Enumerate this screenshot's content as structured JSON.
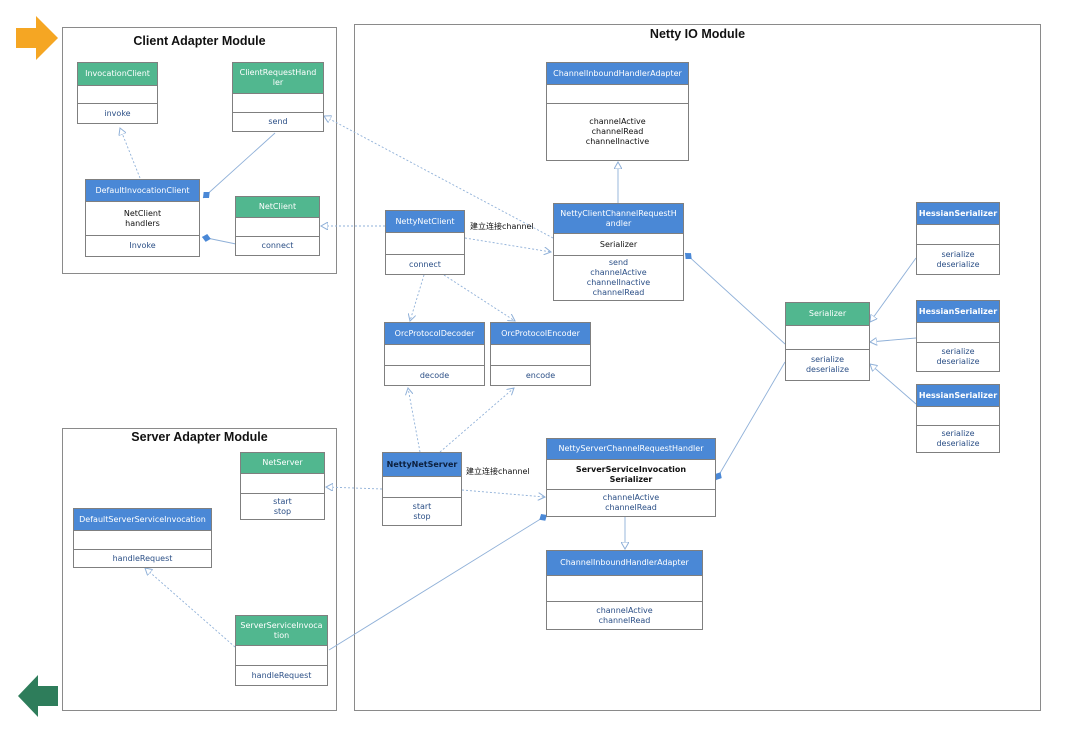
{
  "colors": {
    "class_header_blue": "#4a88d6",
    "class_header_green": "#51b78f",
    "operations_text": "#2b4f86",
    "next_arrow": "#f5a623",
    "back_arrow": "#2e7d5b",
    "connector": "#8fb0d8"
  },
  "nav": {
    "next_icon": "arrow-right-icon",
    "back_icon": "arrow-left-icon"
  },
  "modules": {
    "client": {
      "title": "Client Adapter Module"
    },
    "netty": {
      "title": "Netty IO Module"
    },
    "server": {
      "title": "Server Adapter Module"
    }
  },
  "classes": {
    "invocation_client": {
      "name": "InvocationClient",
      "attrs": "",
      "ops": "invoke"
    },
    "client_request_handler": {
      "name": "ClientRequestHand\nler",
      "attrs": "",
      "ops": "send"
    },
    "default_invocation_client": {
      "name": "DefaultInvocationClient",
      "attrs": "NetClient\nhandlers",
      "ops": "Invoke"
    },
    "net_client": {
      "name": "NetClient",
      "attrs": "",
      "ops": "connect"
    },
    "inbound_adapter_top": {
      "name": "ChannelInboundHandlerAdapter",
      "attrs": "",
      "ops": "channelActive\nchannelRead\nchannelInactive"
    },
    "netty_net_client": {
      "name": "NettyNetClient",
      "attrs": "",
      "ops": "connect"
    },
    "netty_client_channel_handler": {
      "name": "NettyClientChannelRequestH\nandler",
      "attrs": "Serializer",
      "ops": "send\nchannelActive\nchannelInactive\nchannelRead"
    },
    "orc_decoder": {
      "name": "OrcProtocolDecoder",
      "attrs": "",
      "ops": "decode"
    },
    "orc_encoder": {
      "name": "OrcProtocolEncoder",
      "attrs": "",
      "ops": "encode"
    },
    "serializer": {
      "name": "Serializer",
      "attrs": "",
      "ops": "serialize\ndeserialize"
    },
    "hessian_1": {
      "name": "HessianSerializer",
      "attrs": "",
      "ops": "serialize\ndeserialize"
    },
    "hessian_2": {
      "name": "HessianSerializer",
      "attrs": "",
      "ops": "serialize\ndeserialize"
    },
    "hessian_3": {
      "name": "HessianSerializer",
      "attrs": "",
      "ops": "serialize\ndeserialize"
    },
    "net_server": {
      "name": "NetServer",
      "attrs": "",
      "ops": "start\nstop"
    },
    "netty_net_server": {
      "name": "NettyNetServer",
      "attrs": "",
      "ops": "start\nstop"
    },
    "netty_server_channel_handler": {
      "name": "NettyServerChannelRequestHandler",
      "attrs": "ServerServiceInvocation\nSerializer",
      "ops": "channelActive\nchannelRead"
    },
    "inbound_adapter_bottom": {
      "name": "ChannelInboundHandlerAdapter",
      "attrs": "",
      "ops": "channelActive\nchannelRead"
    },
    "default_server_service_invocation": {
      "name": "DefaultServerServiceInvocation",
      "attrs": "",
      "ops": "handleRequest"
    },
    "server_service_invocation": {
      "name": "ServerServiceInvoca\ntion",
      "attrs": "",
      "ops": "handleRequest"
    }
  },
  "labels": {
    "client_connect": "建立连接channel",
    "server_connect": "建立连接channel"
  }
}
